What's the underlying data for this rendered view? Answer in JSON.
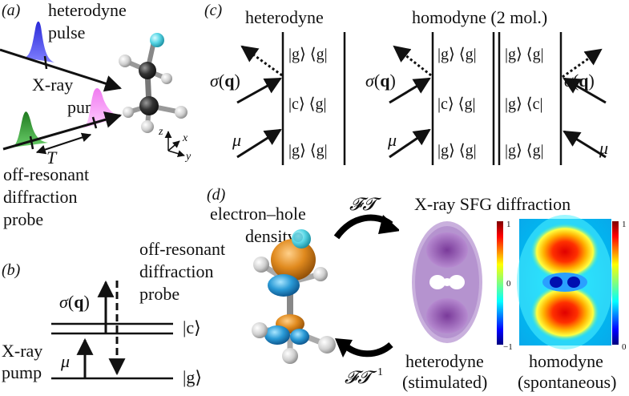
{
  "panels": {
    "a": {
      "label": "(a)",
      "pulse_label_1": "heterodyne",
      "pulse_label_2": "pulse",
      "pump_label_1": "X-ray",
      "pump_label_2": "pump",
      "delay_label": "T",
      "probe_label_1": "off-resonant",
      "probe_label_2": "diffraction",
      "probe_label_3": "probe",
      "axis_z": "z",
      "axis_x": "x",
      "axis_y": "y",
      "colors": {
        "heterodyne_pulse": "#3a3ae0",
        "pump_pulse": "#e98ae9",
        "probe_pulse": "#2f8f2f"
      }
    },
    "b": {
      "label": "(b)",
      "sigma": "σ",
      "q": "q",
      "probe_label_1": "off-resonant",
      "probe_label_2": "diffraction",
      "probe_label_3": "probe",
      "pump_label_1": "X-ray",
      "pump_label_2": "pump",
      "mu": "μ",
      "ket_c": "|c⟩",
      "ket_g": "|g⟩"
    },
    "c": {
      "label": "(c)",
      "heterodyne_title": "heterodyne",
      "homodyne_title": "homodyne (2 mol.)",
      "left_diagram": {
        "top": "|g⟩ ⟨g|",
        "middle": "|c⟩ ⟨g|",
        "bottom": "|g⟩ ⟨g|"
      },
      "right_diagram_a": {
        "top": "|g⟩ ⟨g|",
        "middle": "|c⟩ ⟨g|",
        "bottom": "|g⟩ ⟨g|"
      },
      "right_diagram_b": {
        "top": "|g⟩ ⟨g|",
        "middle": "|g⟩ ⟨c|",
        "bottom": "|g⟩ ⟨g|"
      },
      "sigma": "σ",
      "q": "q",
      "mu": "μ"
    },
    "d": {
      "label": "(d)",
      "density_label_1": "electron–hole",
      "density_label_2": "density",
      "ft_label": "𝓕𝓣",
      "ift_label": "𝓕𝓣",
      "ift_exp": "−1",
      "title": "X-ray SFG diffraction",
      "heterodyne_caption_1": "heterodyne",
      "heterodyne_caption_2": "(stimulated)",
      "homodyne_caption_1": "homodyne",
      "homodyne_caption_2": "(spontaneous)",
      "het_colorbar_ticks": [
        "1",
        "0",
        "−1"
      ],
      "hom_colorbar_ticks": [
        "1",
        "0"
      ]
    }
  }
}
